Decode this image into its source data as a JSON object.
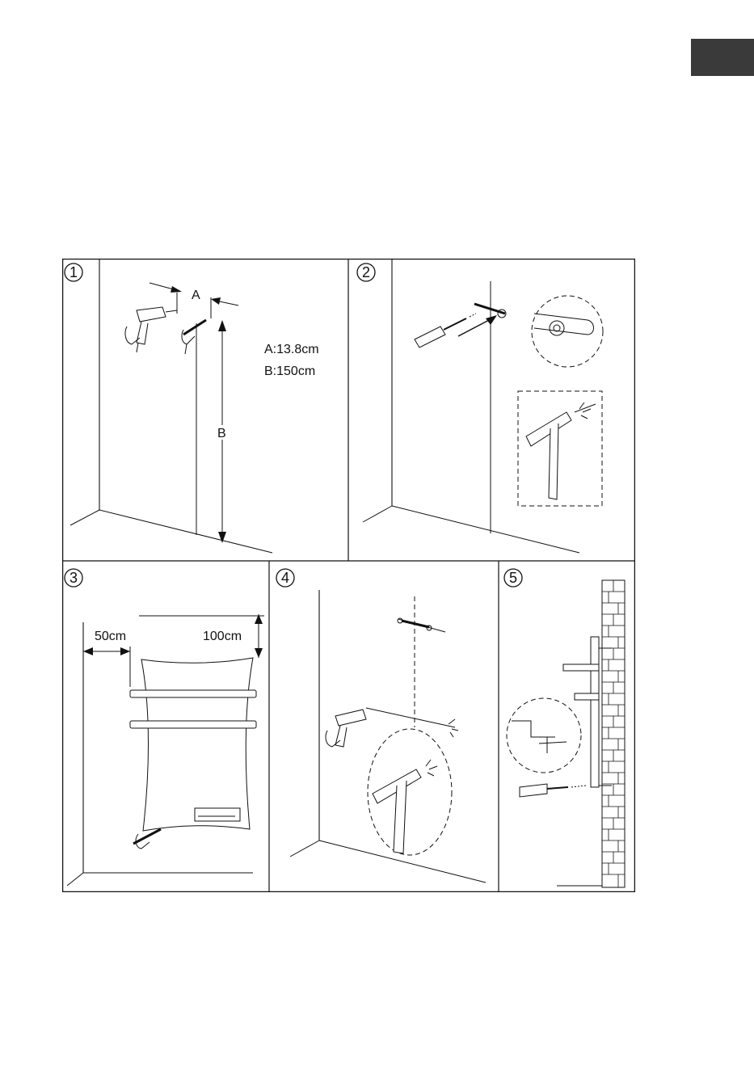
{
  "steps": [
    {
      "number": "1",
      "labels": {
        "dim_a": "A",
        "dim_b": "B",
        "spec_a": "A:13.8cm",
        "spec_b": "B:150cm"
      }
    },
    {
      "number": "2"
    },
    {
      "number": "3",
      "labels": {
        "side_gap": "50cm",
        "top_gap": "100cm"
      }
    },
    {
      "number": "4"
    },
    {
      "number": "5"
    }
  ]
}
